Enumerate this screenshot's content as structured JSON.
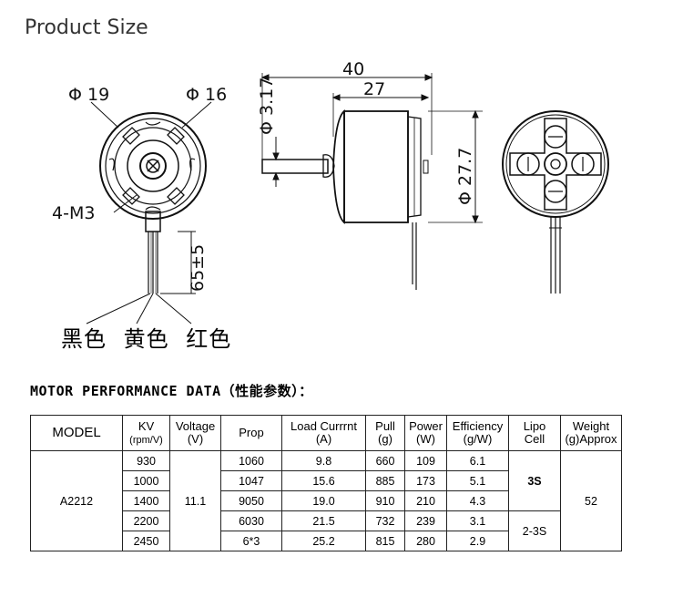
{
  "title": "Product Size",
  "drawing": {
    "dims": {
      "phi19": "Φ 19",
      "phi16": "Φ 16",
      "m3": "4-M3",
      "lead": "65±5",
      "len40": "40",
      "len27": "27",
      "shaft": "Φ 3.17",
      "dia": "Φ 27.7"
    },
    "wire_colors": [
      "黑色",
      "黄色",
      "红色"
    ]
  },
  "performance": {
    "title": "MOTOR PERFORMANCE DATA（性能参数）：",
    "headers": {
      "model": "MODEL",
      "kv": "KV",
      "kv_unit": "(rpm/V)",
      "voltage": "Voltage",
      "voltage_unit": "(V)",
      "prop": "Prop",
      "load": "Load Currrnt",
      "load_unit": "(A)",
      "pull": "Pull",
      "pull_unit": "(g)",
      "power": "Power",
      "power_unit": "(W)",
      "eff": "Efficiency",
      "eff_unit": "(g/W)",
      "lipo": "Lipo",
      "lipo_unit": "Cell",
      "weight": "Weight",
      "weight_unit": "(g)Approx"
    },
    "model": "A2212",
    "voltage": "11.1",
    "weight": "52",
    "lipo_3s": "3S",
    "lipo_23s": "2-3S",
    "rows": [
      {
        "kv": "930",
        "prop": "1060",
        "load": "9.8",
        "pull": "660",
        "power": "109",
        "eff": "6.1"
      },
      {
        "kv": "1000",
        "prop": "1047",
        "load": "15.6",
        "pull": "885",
        "power": "173",
        "eff": "5.1"
      },
      {
        "kv": "1400",
        "prop": "9050",
        "load": "19.0",
        "pull": "910",
        "power": "210",
        "eff": "4.3"
      },
      {
        "kv": "2200",
        "prop": "6030",
        "load": "21.5",
        "pull": "732",
        "power": "239",
        "eff": "3.1"
      },
      {
        "kv": "2450",
        "prop": "6*3",
        "load": "25.2",
        "pull": "815",
        "power": "280",
        "eff": "2.9"
      }
    ]
  }
}
